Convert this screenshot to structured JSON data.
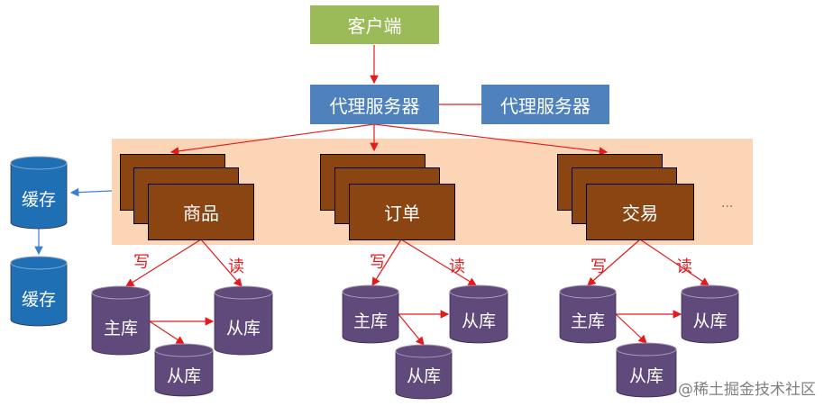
{
  "client": "客户端",
  "proxies": [
    "代理服务器",
    "代理服务器"
  ],
  "services": [
    "商品",
    "订单",
    "交易"
  ],
  "ellipsis": "...",
  "cache": [
    "缓存",
    "缓存"
  ],
  "db": {
    "master": "主库",
    "slave": "从库"
  },
  "edges": {
    "write": "写",
    "read": "读"
  },
  "watermark": "@稀土掘金技术社区",
  "colors": {
    "client": "#9bbb59",
    "proxy": "#4f81bd",
    "service": "#8b4513",
    "band": "#fbd5b5",
    "db": "#604a7b",
    "cache": "#1f6fb5",
    "arrow": "#e41a1c",
    "cache_arrow": "#3b7fd1"
  }
}
